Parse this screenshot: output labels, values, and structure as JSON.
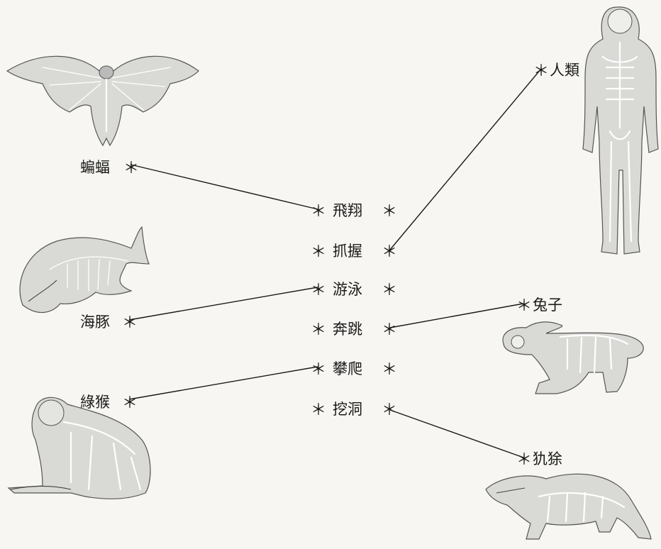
{
  "star": "＊",
  "animals": {
    "bat": "蝙蝠",
    "dolphin": "海豚",
    "monkey": "綠猴",
    "human": "人類",
    "rabbit": "兔子",
    "armadillo": "犰狳"
  },
  "actions": {
    "fly": "飛翔",
    "grasp": "抓握",
    "swim": "游泳",
    "run": "奔跳",
    "climb": "攀爬",
    "dig": "挖洞"
  },
  "colors": {
    "ink": "#1a1a1a",
    "paper": "#f7f6f2",
    "body": "#d9d9d6"
  }
}
